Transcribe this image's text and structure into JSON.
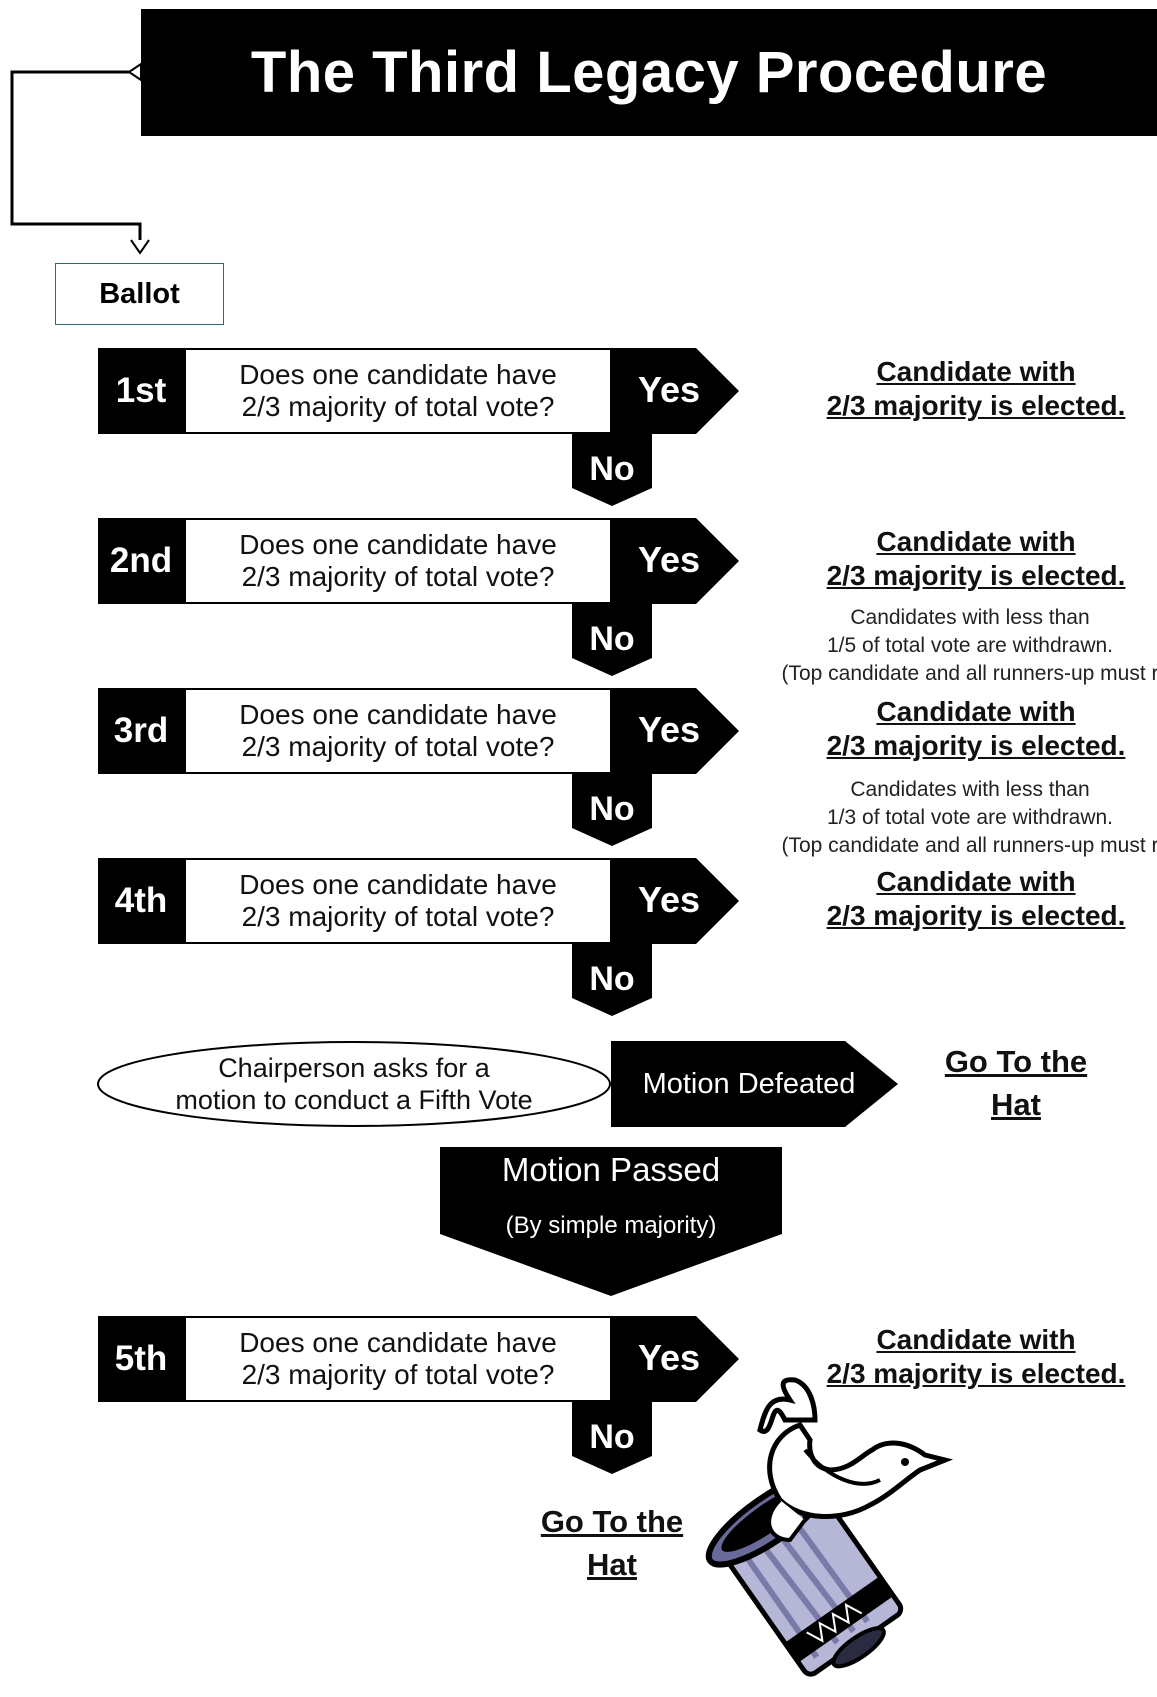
{
  "title": "The Third Legacy Procedure",
  "start": {
    "label": "Ballot"
  },
  "rounds": [
    {
      "label": "1st",
      "question": [
        "Does one candidate have",
        "2/3 majority of total vote?"
      ],
      "yes": "Yes",
      "no": "No",
      "result": [
        "Candidate with",
        "2/3 majority is elected."
      ]
    },
    {
      "label": "2nd",
      "question": [
        "Does one candidate have",
        "2/3 majority of total vote?"
      ],
      "yes": "Yes",
      "no": "No",
      "result": [
        "Candidate with",
        "2/3 majority is elected."
      ]
    },
    {
      "label": "3rd",
      "question": [
        "Does one candidate have",
        "2/3 majority of total vote?"
      ],
      "yes": "Yes",
      "no": "No",
      "result": [
        "Candidate with",
        "2/3 majority is elected."
      ]
    },
    {
      "label": "4th",
      "question": [
        "Does one candidate have",
        "2/3 majority of total vote?"
      ],
      "yes": "Yes",
      "no": "No",
      "result": [
        "Candidate with",
        "2/3 majority is elected."
      ]
    }
  ],
  "withdrawal_notes": [
    [
      "Candidates with less than",
      "1/5 of total vote are withdrawn.",
      "(Top candidate and all runners-up must r"
    ],
    [
      "Candidates with less than",
      "1/3 of total vote are withdrawn.",
      "(Top candidate and all runners-up must r"
    ]
  ],
  "fifth_vote_motion": {
    "prompt": [
      "Chairperson asks for a",
      "motion to conduct a Fifth Vote"
    ],
    "defeated_label": "Motion Defeated",
    "defeated_result": [
      "Go To the",
      "Hat"
    ],
    "passed_label": "Motion Passed",
    "passed_note": "(By simple majority)"
  },
  "fifth_round": {
    "label": "5th",
    "question": [
      "Does one candidate have",
      "2/3 majority of total vote?"
    ],
    "yes": "Yes",
    "no": "No",
    "result": [
      "Candidate with",
      "2/3 majority is elected."
    ],
    "no_result": [
      "Go To the",
      "Hat"
    ]
  },
  "illustration": "magic-hat-with-dove"
}
